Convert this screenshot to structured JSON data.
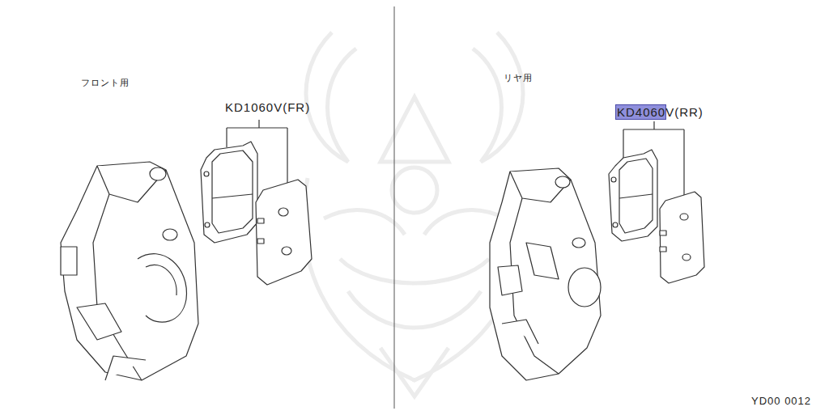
{
  "diagram": {
    "labels": [
      "フロント用",
      "KD1060V(FR)",
      "リヤ用",
      "KD4060V(RR)",
      "YD00 0012"
    ]
  }
}
